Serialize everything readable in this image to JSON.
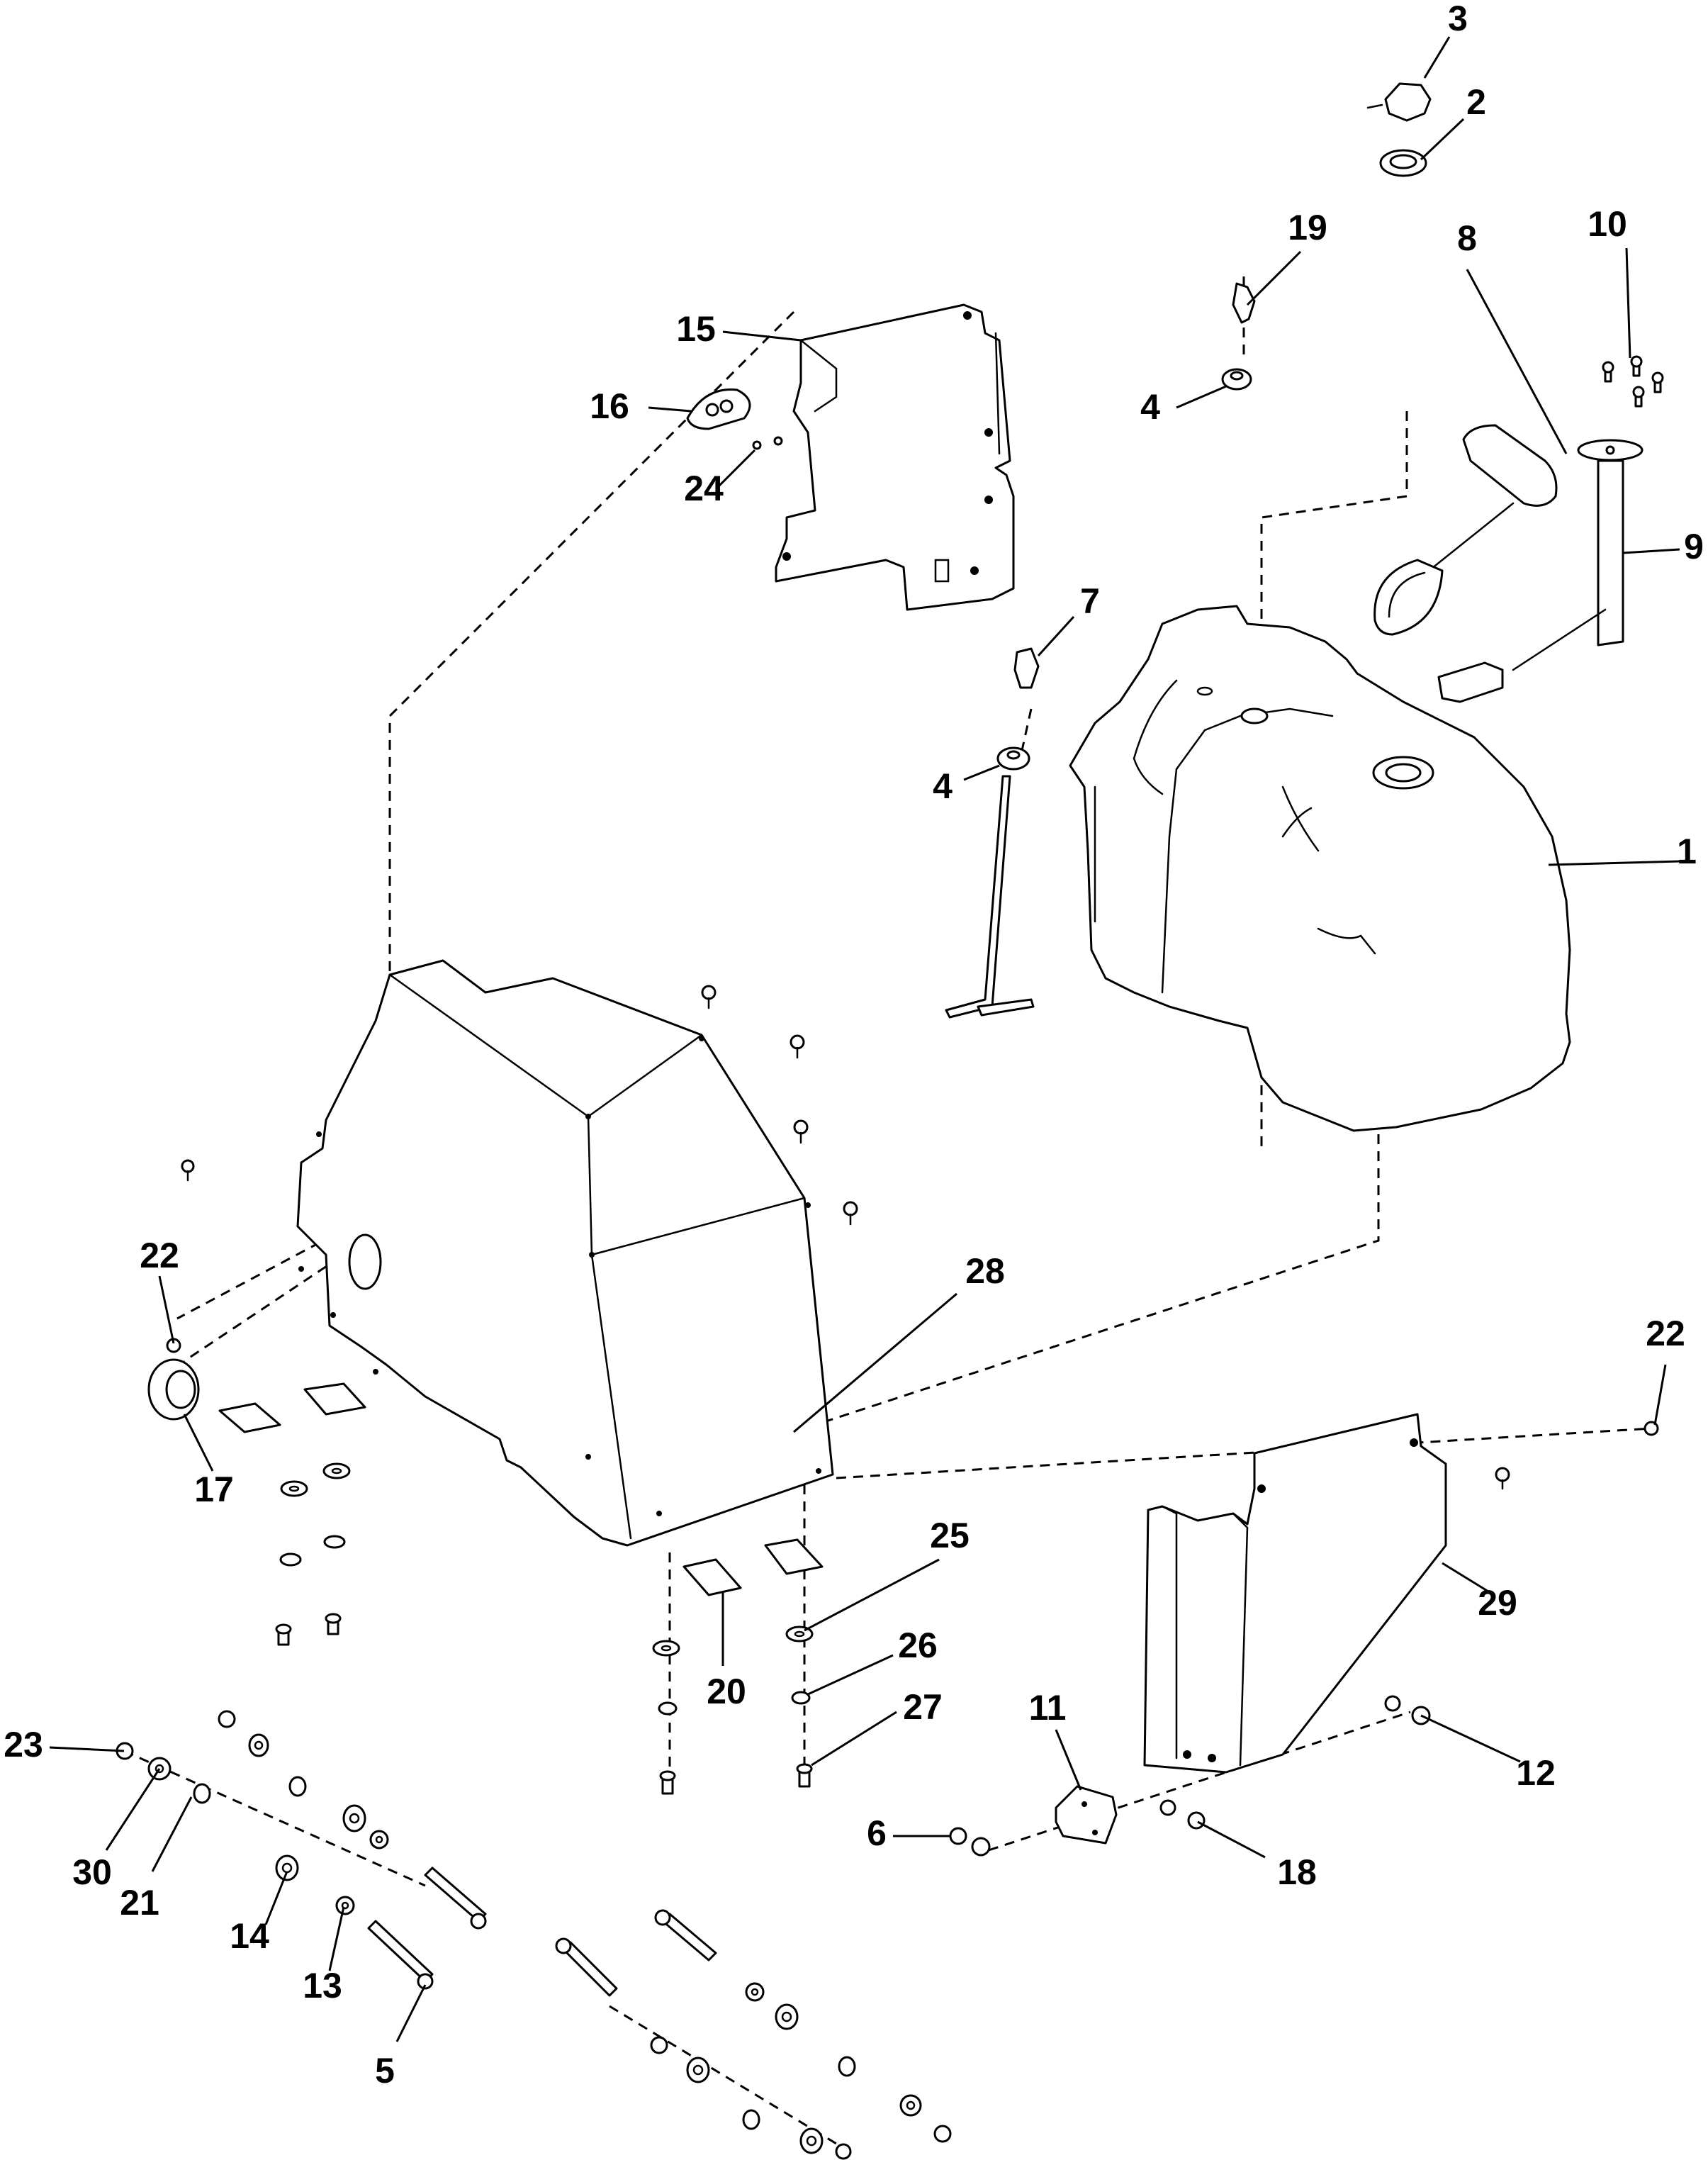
{
  "diagram": {
    "callouts": [
      {
        "id": "c1",
        "label": "1"
      },
      {
        "id": "c2",
        "label": "2"
      },
      {
        "id": "c3",
        "label": "3"
      },
      {
        "id": "c4a",
        "label": "4"
      },
      {
        "id": "c4b",
        "label": "4"
      },
      {
        "id": "c5",
        "label": "5"
      },
      {
        "id": "c6",
        "label": "6"
      },
      {
        "id": "c7",
        "label": "7"
      },
      {
        "id": "c8",
        "label": "8"
      },
      {
        "id": "c9",
        "label": "9"
      },
      {
        "id": "c10",
        "label": "10"
      },
      {
        "id": "c11",
        "label": "11"
      },
      {
        "id": "c12",
        "label": "12"
      },
      {
        "id": "c13",
        "label": "13"
      },
      {
        "id": "c14",
        "label": "14"
      },
      {
        "id": "c15",
        "label": "15"
      },
      {
        "id": "c16",
        "label": "16"
      },
      {
        "id": "c17",
        "label": "17"
      },
      {
        "id": "c18",
        "label": "18"
      },
      {
        "id": "c19",
        "label": "19"
      },
      {
        "id": "c20",
        "label": "20"
      },
      {
        "id": "c21",
        "label": "21"
      },
      {
        "id": "c22a",
        "label": "22"
      },
      {
        "id": "c22b",
        "label": "22"
      },
      {
        "id": "c23",
        "label": "23"
      },
      {
        "id": "c24",
        "label": "24"
      },
      {
        "id": "c25",
        "label": "25"
      },
      {
        "id": "c26",
        "label": "26"
      },
      {
        "id": "c27",
        "label": "27"
      },
      {
        "id": "c28",
        "label": "28"
      },
      {
        "id": "c29",
        "label": "29"
      },
      {
        "id": "c30",
        "label": "30"
      }
    ]
  }
}
